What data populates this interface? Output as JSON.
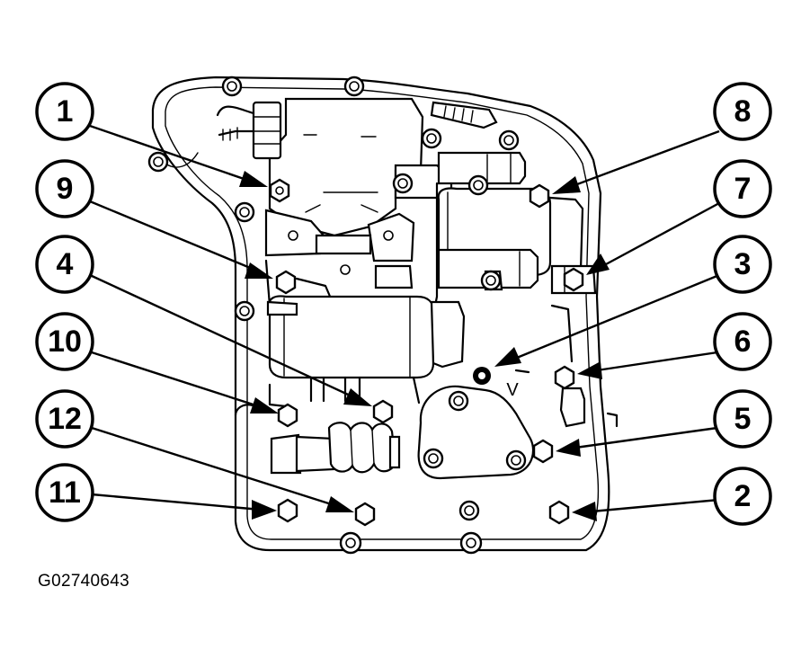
{
  "figure_code": "G02740643",
  "callouts": [
    "1",
    "2",
    "3",
    "4",
    "5",
    "6",
    "7",
    "8",
    "9",
    "10",
    "11",
    "12"
  ]
}
